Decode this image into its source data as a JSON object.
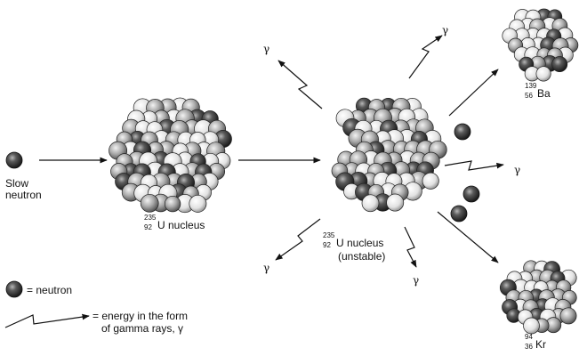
{
  "labels": {
    "slow_neutron_line1": "Slow",
    "slow_neutron_line2": "neutron",
    "u_nucleus_mass": "235",
    "u_nucleus_z": "92",
    "u_nucleus_text": "U nucleus",
    "unstable_mass": "235",
    "unstable_z": "92",
    "unstable_text": "U nucleus",
    "unstable_sub": "(unstable)",
    "ba_mass": "139",
    "ba_z": "56",
    "ba_symbol": "Ba",
    "kr_mass": "94",
    "kr_z": "36",
    "kr_symbol": "Kr",
    "gamma": "γ"
  },
  "legend": {
    "neutron_text": "= neutron",
    "energy_line1": "= energy in the form",
    "energy_line2": "of gamma rays, γ"
  }
}
